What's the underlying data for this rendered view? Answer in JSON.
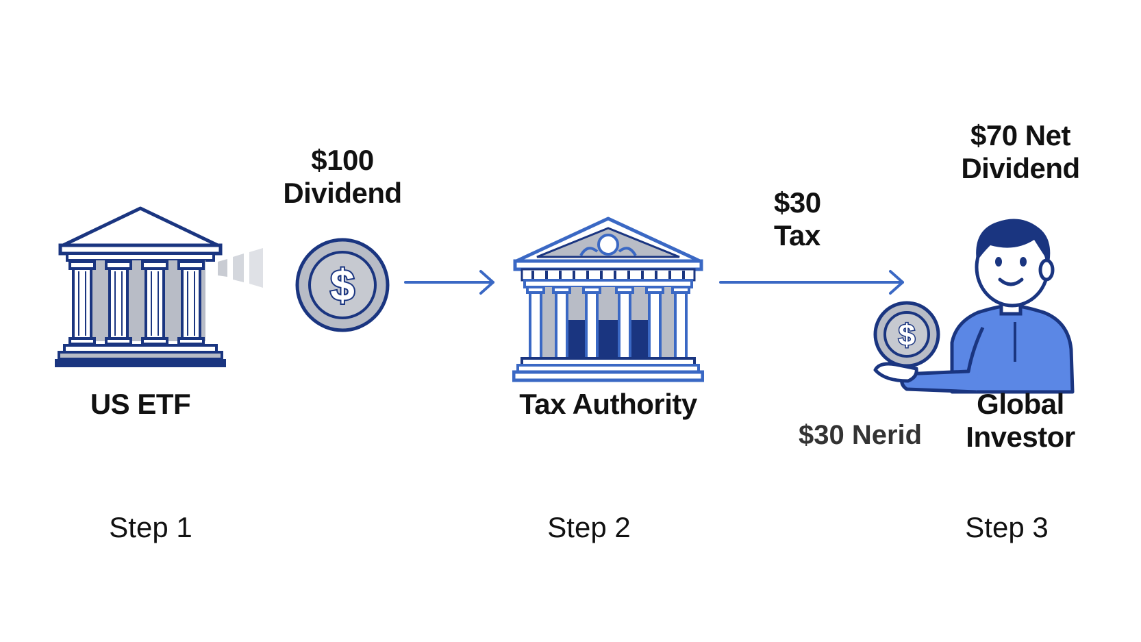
{
  "nodes": {
    "etf": {
      "label": "US ETF",
      "step": "Step 1",
      "icon": "bank-building-icon"
    },
    "authority": {
      "label": "Tax Authority",
      "step": "Step 2",
      "icon": "government-building-icon"
    },
    "investor": {
      "label": "Global Investor",
      "step": "Step 3",
      "icon": "person-holding-coin-icon"
    }
  },
  "flows": {
    "gross": {
      "label_line1": "$100",
      "label_line2": "Dividend",
      "icon": "dollar-coin-icon"
    },
    "tax": {
      "label_line1": "$30",
      "label_line2": "Tax",
      "icon": "arrow-right-icon"
    },
    "net": {
      "label_line1": "$70 Net",
      "label_line2": "Dividend"
    },
    "coin_note": "$30 Nerid"
  },
  "colors": {
    "navy": "#1a3580",
    "blue": "#3a68c4",
    "light_blue": "#5b87e5",
    "gray_fill": "#b8bcc6",
    "text": "#111111"
  }
}
